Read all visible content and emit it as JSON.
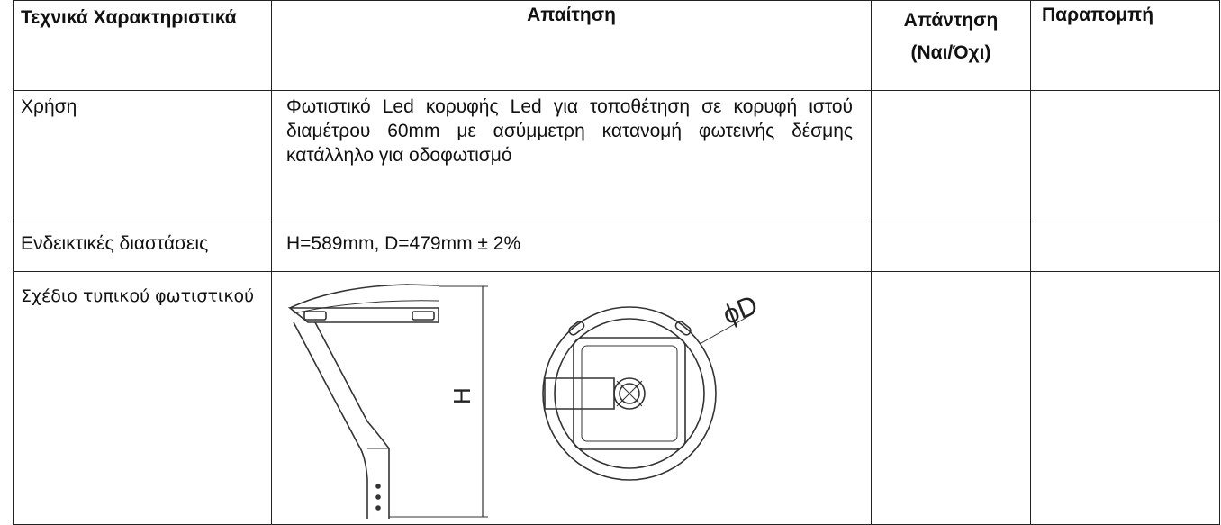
{
  "table": {
    "headers": {
      "characteristics": "Τεχνικά Χαρακτηριστικά",
      "requirement": "Απαίτηση",
      "answer_line1": "Απάντηση",
      "answer_line2": "(Ναι/Όχι)",
      "reference": "Παραπομπή"
    },
    "rows": [
      {
        "label": "Χρήση",
        "requirement": "Φωτιστικό Led κορυφής Led για τοποθέτηση σε κορυφή ιστού διαμέτρου 60mm με ασύμμετρη κατανομή φωτεινής δέσμης κατάλληλο για οδοφωτισμό",
        "answer": "",
        "reference": ""
      },
      {
        "label": "Ενδεικτικές διαστάσεις",
        "requirement": "H=589mm, D=479mm ± 2%",
        "answer": "",
        "reference": ""
      },
      {
        "label": "Σχέδιο τυπικού φωτιστικού",
        "drawing": {
          "height_label": "H",
          "diameter_label": "ϕD"
        },
        "answer": "",
        "reference": ""
      }
    ]
  }
}
